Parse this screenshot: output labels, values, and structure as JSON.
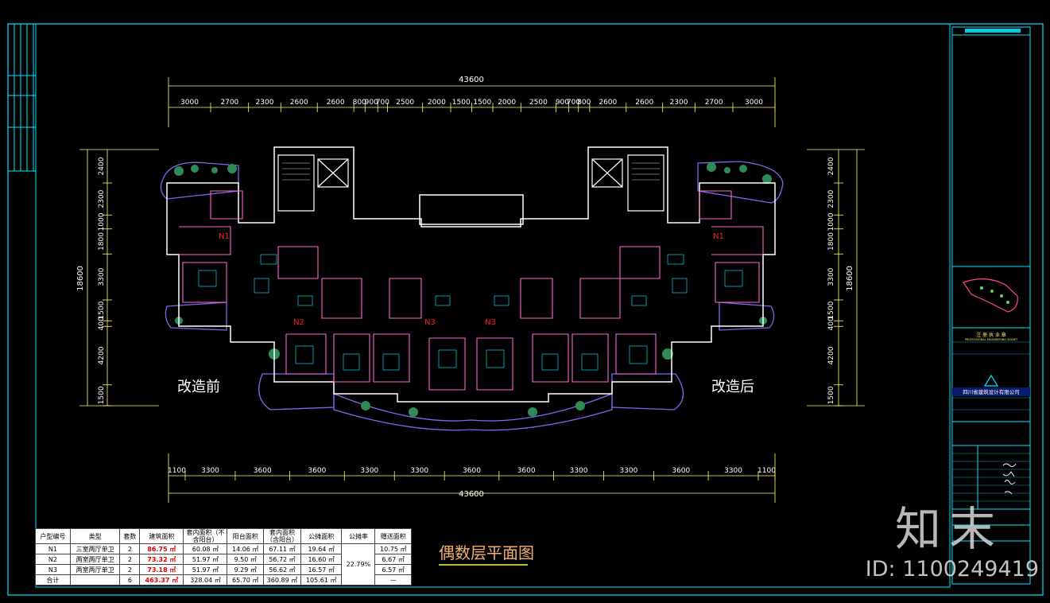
{
  "drawing": {
    "title": "偶数层平面图",
    "label_left": "改造前",
    "label_right": "改造后",
    "top_total": "43600",
    "bottom_total": "43600",
    "side_total_left": "18600",
    "side_total_right": "18600",
    "top_dims": [
      "3000",
      "2700",
      "2300",
      "2600",
      "2600",
      "800",
      "900",
      "700",
      "2500",
      "2000",
      "1500",
      "1500",
      "2000",
      "2500",
      "900",
      "700",
      "800",
      "2600",
      "2600",
      "2300",
      "2700",
      "3000"
    ],
    "bottom_dims": [
      "1100",
      "3300",
      "3600",
      "3600",
      "3300",
      "3300",
      "3600",
      "3600",
      "3300",
      "3300",
      "3600",
      "3300",
      "1100"
    ],
    "left_dims": [
      "2400",
      "2300",
      "1000",
      "1800",
      "3300",
      "1500",
      "400",
      "4200",
      "1500"
    ],
    "right_dims": [
      "2400",
      "2300",
      "1000",
      "1800",
      "3300",
      "1500",
      "400",
      "4200",
      "1500"
    ],
    "unit_tags": [
      "N1",
      "N2",
      "N3",
      "N3",
      "N1"
    ]
  },
  "table": {
    "headers": [
      "户型编号",
      "类型",
      "套数",
      "建筑面积",
      "套内面积（不含阳台）",
      "阳台面积",
      "套内面积（含阳台）",
      "公摊面积",
      "公摊率",
      "赠送面积"
    ],
    "rows": [
      [
        "N1",
        "三室两厅单卫",
        "2",
        "86.75 ㎡",
        "60.08 ㎡",
        "14.06 ㎡",
        "67.11 ㎡",
        "19.64 ㎡",
        "",
        "10.75 ㎡"
      ],
      [
        "N2",
        "两室两厅单卫",
        "2",
        "73.32 ㎡",
        "51.97 ㎡",
        "9.50 ㎡",
        "56.72 ㎡",
        "16.60 ㎡",
        "22.79%",
        "6.67 ㎡"
      ],
      [
        "N3",
        "两室两厅单卫",
        "2",
        "73.18 ㎡",
        "51.97 ㎡",
        "9.29 ㎡",
        "56.62 ㎡",
        "16.57 ㎡",
        "",
        "6.57 ㎡"
      ],
      [
        "合计",
        "",
        "6",
        "463.37 ㎡",
        "328.04 ㎡",
        "65.70 ㎡",
        "360.89 ㎡",
        "105.61 ㎡",
        "",
        "—"
      ]
    ]
  },
  "title_block": {
    "company": "四川省建筑设计有限公司",
    "cert_label": "注 册 执 业 章",
    "cert_sub": "PROFESSIONAL ENGINEERING SIGNET"
  },
  "watermark": {
    "brand": "知末",
    "id": "ID: 1100249419"
  },
  "colors": {
    "frame": "#00e5ff",
    "wall": "#ffffff",
    "partition": "#ff66cc",
    "dimension": "#ffff66",
    "landscape": "#6a5acd",
    "title_underline": "#ffff00"
  }
}
